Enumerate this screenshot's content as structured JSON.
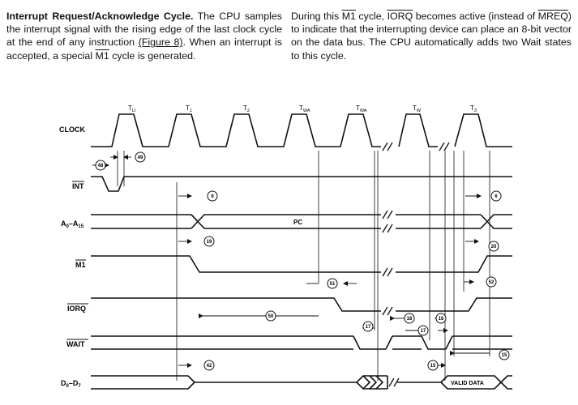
{
  "text": {
    "left": {
      "heading": "Interrupt Request/Acknowledge Cycle.",
      "p1": " The CPU samples the interrupt signal with the rising edge of the last clock cycle at the end of any instruction ",
      "fig_ref": "(Figure 8)",
      "p2": ". When an interrupt is accepted, a special ",
      "m1": "M1",
      "p3": " cycle is generated."
    },
    "right": {
      "p1": "During this ",
      "m1": "M1",
      "p2": " cycle, ",
      "iorq": "IORQ",
      "p3": " becomes active (instead of ",
      "mreq": "MREQ",
      "p4": ") to indicate that the interrupting device can place an 8-bit vector on the data bus. The CPU automatically adds two Wait states to this cycle."
    }
  },
  "signals": {
    "clock": "CLOCK",
    "int": "INT",
    "addr_a": "A",
    "addr_a_sub0": "0",
    "addr_dash": "–A",
    "addr_a_sub15": "15",
    "m1": "M1",
    "iorq": "IORQ",
    "wait": "WAIT",
    "data_d": "D",
    "data_sub0": "0",
    "data_dash": "–D",
    "data_sub7": "7"
  },
  "states": {
    "tl1": "T",
    "tl1_sub": "LI",
    "t1": "T",
    "t1_sub": "1",
    "t2": "T",
    "t2_sub": "2",
    "twa1": "T",
    "twa1_sub": "WA",
    "twa2": "T",
    "twa2_sub": "WA",
    "tw": "T",
    "tw_sub": "W",
    "t3": "T",
    "t3_sub": "3"
  },
  "bus_labels": {
    "pc": "PC",
    "valid_data": "VALID DATA"
  },
  "markers": {
    "m48": "48",
    "m49": "49",
    "m6a": "6",
    "m6b": "6",
    "m19": "19",
    "m20": "20",
    "m51": "51",
    "m52": "52",
    "m50": "50",
    "m17a": "17",
    "m17b": "17",
    "m18a": "18",
    "m18b": "18",
    "m15a": "15",
    "m15b": "15",
    "m42": "42"
  }
}
